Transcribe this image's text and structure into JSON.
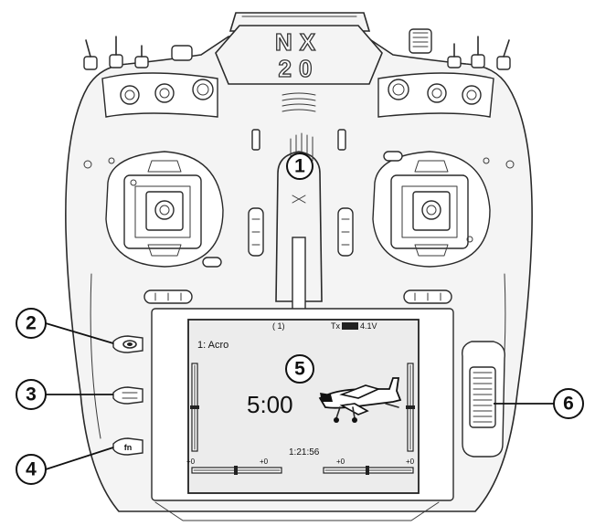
{
  "brand": {
    "line1": "NX",
    "line2": "20"
  },
  "screen": {
    "timer_indicator": "( 1)",
    "tx_battery_label": "Tx",
    "tx_voltage": "4.1V",
    "model_name": "1: Acro",
    "main_timer": "5:00",
    "system_time": "1:21:56",
    "trim_zero": "+0"
  },
  "callouts": [
    {
      "number": "1"
    },
    {
      "number": "2"
    },
    {
      "number": "3"
    },
    {
      "number": "4"
    },
    {
      "number": "5"
    },
    {
      "number": "6"
    }
  ]
}
